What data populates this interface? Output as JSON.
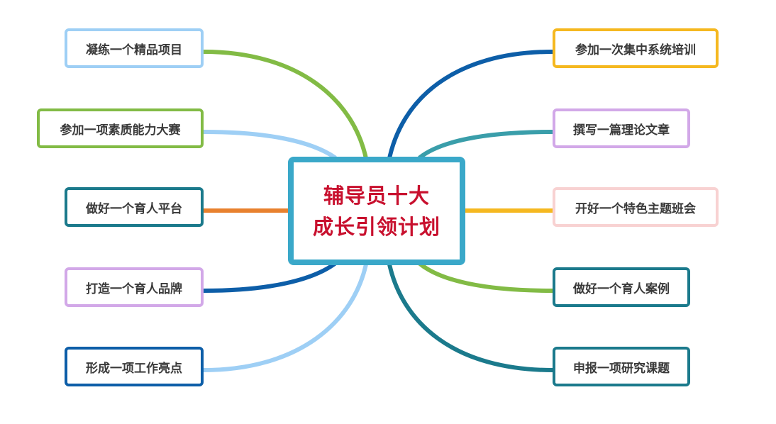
{
  "center": {
    "line1": "辅导员十大",
    "line2": "成长引领计划",
    "border_color": "#3aa8c9",
    "text_color": "#c8102e"
  },
  "left_branches": [
    {
      "label": "凝练一个精品项目",
      "box_color": "#9ecff5",
      "line_color": "#82bb45"
    },
    {
      "label": "参加一项素质能力大赛",
      "box_color": "#82bb45",
      "line_color": "#9ecff5"
    },
    {
      "label": "做好一个育人平台",
      "box_color": "#1b7a8c",
      "line_color": "#e8812e"
    },
    {
      "label": "打造一个育人品牌",
      "box_color": "#d2a8e8",
      "line_color": "#0d5ea8"
    },
    {
      "label": "形成一项工作亮点",
      "box_color": "#0d5ea8",
      "line_color": "#9ecff5"
    }
  ],
  "right_branches": [
    {
      "label": "参加一次集中系统培训",
      "box_color": "#f5b820",
      "line_color": "#0d5ea8"
    },
    {
      "label": "撰写一篇理论文章",
      "box_color": "#d2a8e8",
      "line_color": "#3a9eaa"
    },
    {
      "label": "开好一个特色主题班会",
      "box_color": "#f8d2d2",
      "line_color": "#f5b820"
    },
    {
      "label": "做好一个育人案例",
      "box_color": "#1b7a8c",
      "line_color": "#82bb45"
    },
    {
      "label": "申报一项研究课题",
      "box_color": "#1b7a8c",
      "line_color": "#1b7a8c"
    }
  ]
}
